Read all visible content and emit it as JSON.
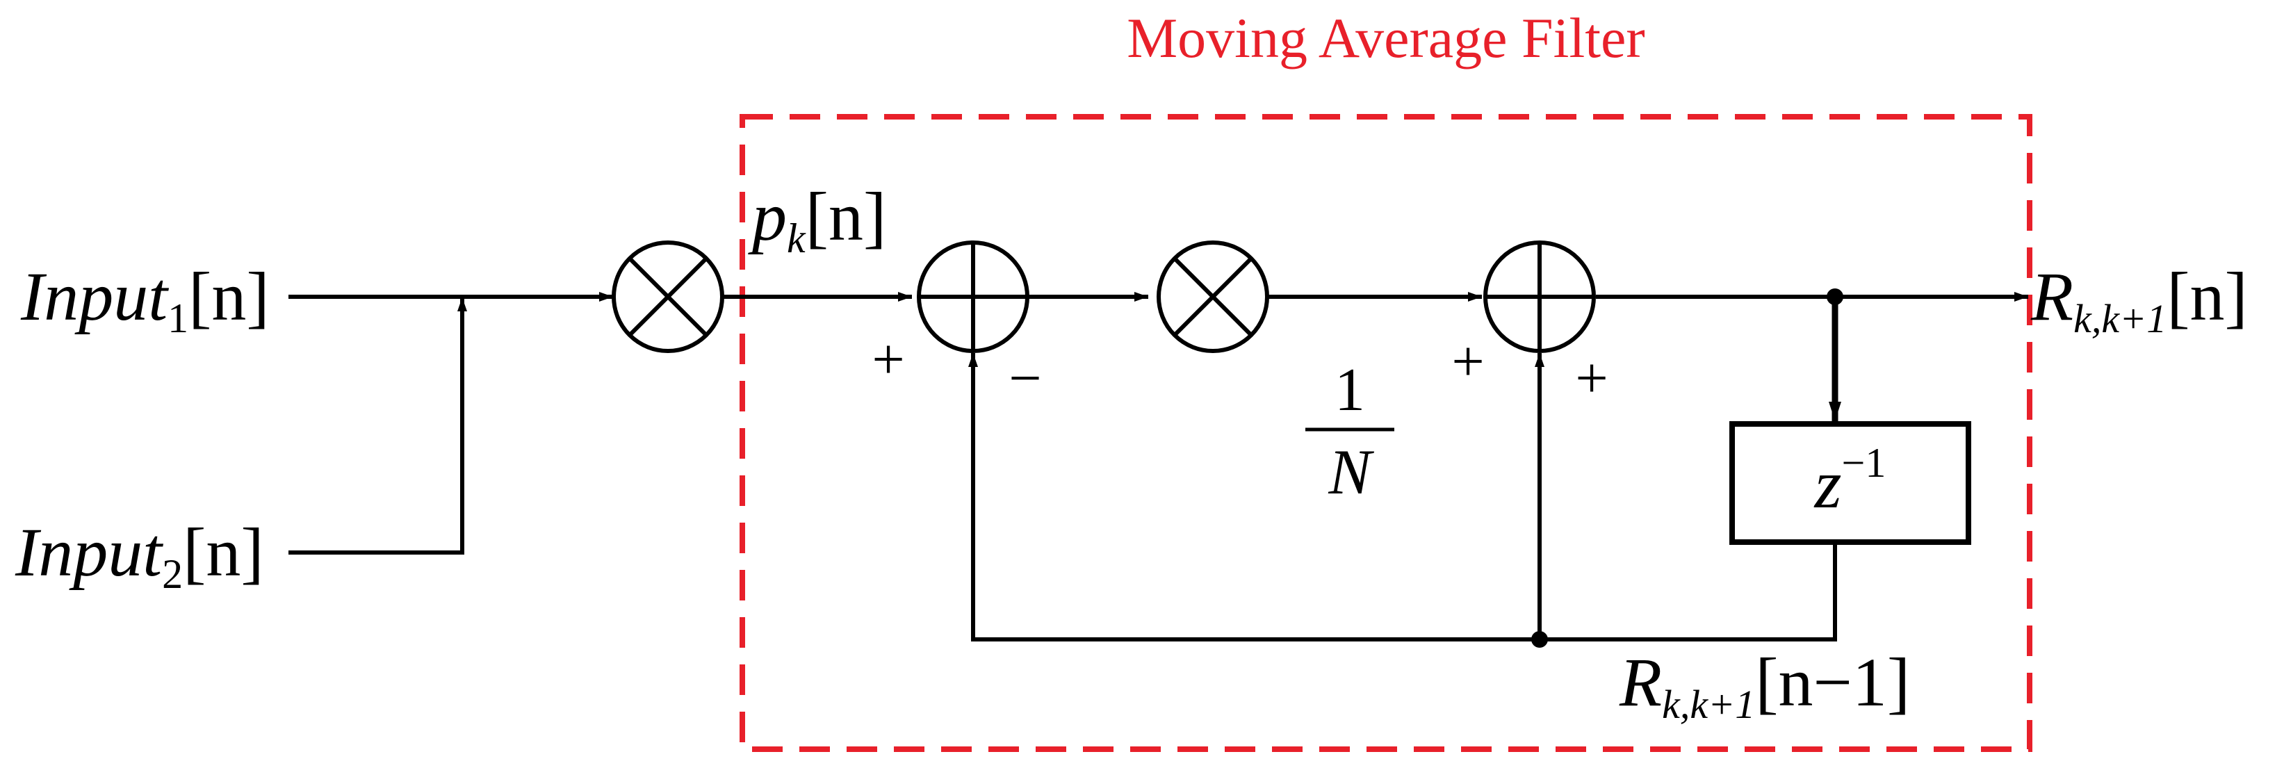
{
  "title": "Moving Average Filter",
  "colors": {
    "frame": "#e8202a",
    "line": "#000000",
    "background": "#ffffff"
  },
  "inputs": {
    "input1": {
      "base": "Input",
      "sub": "1",
      "arg": "[n]"
    },
    "input2": {
      "base": "Input",
      "sub": "2",
      "arg": "[n]"
    }
  },
  "signals": {
    "pk": {
      "base": "p",
      "sub": "k",
      "arg": "[n]"
    },
    "output": {
      "base": "R",
      "sub": "k,k+1",
      "arg": "[n]"
    },
    "feedback": {
      "base": "R",
      "sub": "k,k+1",
      "arg": "[n−1]"
    }
  },
  "gain": {
    "numerator": "1",
    "denominator": "N"
  },
  "delay": {
    "base": "z",
    "exp": "−1"
  },
  "signs": {
    "sum1_left": "+",
    "sum1_bottom": "−",
    "sum2_left": "+",
    "sum2_bottom": "+"
  }
}
